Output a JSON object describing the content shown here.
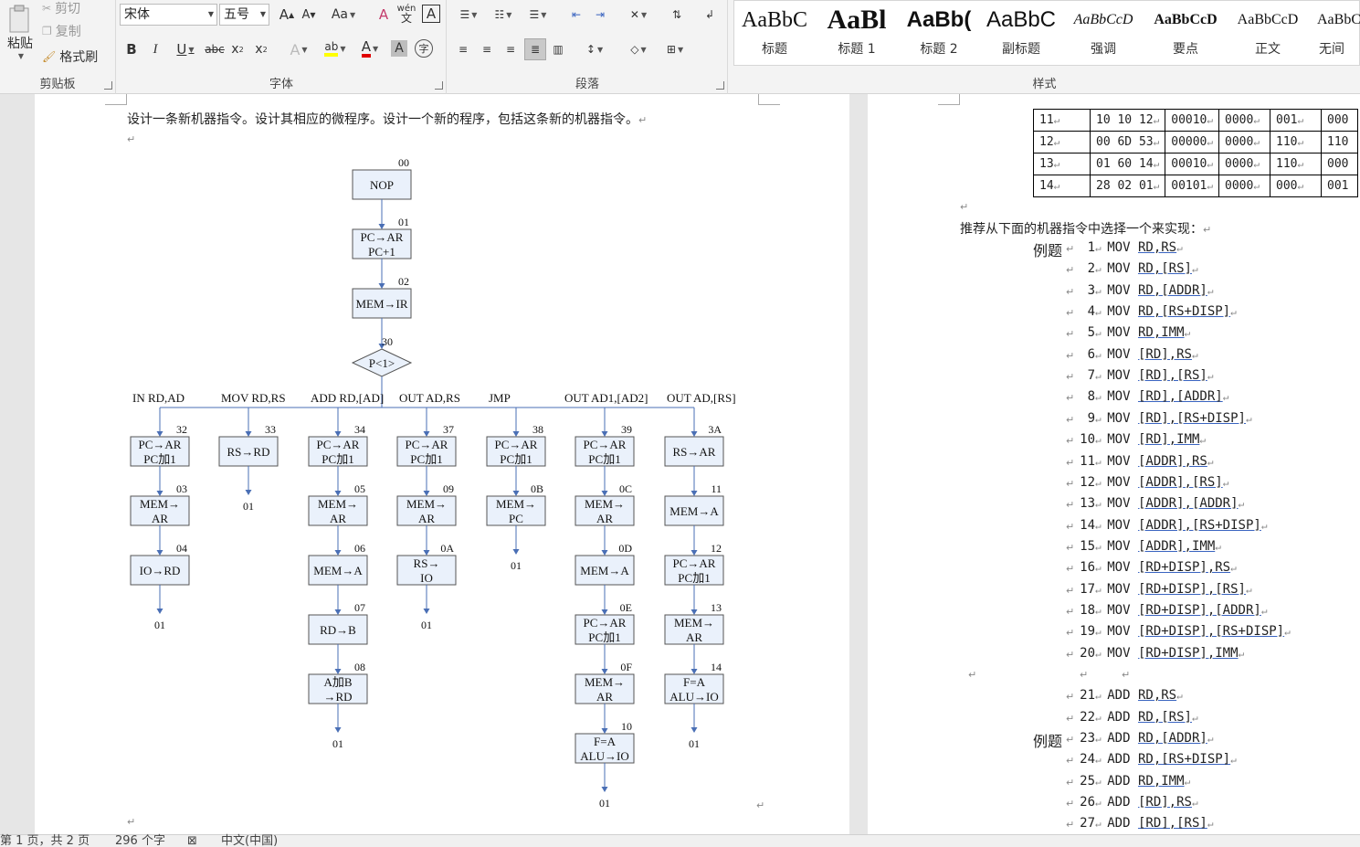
{
  "ribbon": {
    "clipboard": {
      "label": "剪贴板",
      "paste": "粘贴",
      "cut": "剪切",
      "copy": "复制",
      "format_painter": "格式刷"
    },
    "font": {
      "label": "字体",
      "font_name": "宋体",
      "font_size": "五号",
      "grow": "A",
      "shrink": "A",
      "change_case": "Aa",
      "clear": "A",
      "phonetic": "wén",
      "border_char": "A",
      "bold": "B",
      "italic": "I",
      "underline": "U",
      "strike": "abc",
      "subscript": "x",
      "superscript": "x",
      "effects": "A",
      "highlight": "ab",
      "font_color": "A",
      "shading": "A",
      "enclose": "字"
    },
    "paragraph": {
      "label": "段落"
    },
    "styles": {
      "label": "样式",
      "items": [
        {
          "sample": "AaBbC",
          "name": "标题"
        },
        {
          "sample": "AaBl",
          "name": "标题 1"
        },
        {
          "sample": "AaBb(",
          "name": "标题 2"
        },
        {
          "sample": "AaBbC",
          "name": "副标题"
        },
        {
          "sample": "AaBbCcD",
          "name": "强调"
        },
        {
          "sample": "AaBbCcD",
          "name": "要点"
        },
        {
          "sample": "AaBbCcD",
          "name": "正文"
        },
        {
          "sample": "AaBbC",
          "name": "无间"
        }
      ]
    }
  },
  "page1": {
    "intro": "设计一条新机器指令。设计其相应的微程序。设计一个新的程序，包括这条新的机器指令。",
    "flow": {
      "top": [
        {
          "addr": "00",
          "lines": [
            "NOP"
          ]
        },
        {
          "addr": "01",
          "lines": [
            "PC→AR",
            "PC+1"
          ]
        },
        {
          "addr": "02",
          "lines": [
            "MEM→IR"
          ]
        }
      ],
      "decision": {
        "addr": "30",
        "label": "P<1>"
      },
      "branches": [
        {
          "label": "IN RD,AD",
          "boxes": [
            {
              "addr": "32",
              "lines": [
                "PC→AR",
                "PC加1"
              ]
            },
            {
              "addr": "03",
              "lines": [
                "MEM→",
                "AR"
              ]
            },
            {
              "addr": "04",
              "lines": [
                "IO→RD"
              ]
            }
          ],
          "exit": "01"
        },
        {
          "label": "MOV RD,RS",
          "boxes": [
            {
              "addr": "33",
              "lines": [
                "RS→RD"
              ]
            }
          ],
          "exit": "01"
        },
        {
          "label": "ADD RD,[AD]",
          "boxes": [
            {
              "addr": "34",
              "lines": [
                "PC→AR",
                "PC加1"
              ]
            },
            {
              "addr": "05",
              "lines": [
                "MEM→",
                "AR"
              ]
            },
            {
              "addr": "06",
              "lines": [
                "MEM→A"
              ]
            },
            {
              "addr": "07",
              "lines": [
                "RD→B"
              ]
            },
            {
              "addr": "08",
              "lines": [
                "A加B",
                "→RD"
              ]
            }
          ],
          "exit": "01"
        },
        {
          "label": "OUT AD,RS",
          "boxes": [
            {
              "addr": "37",
              "lines": [
                "PC→AR",
                "PC加1"
              ]
            },
            {
              "addr": "09",
              "lines": [
                "MEM→",
                "AR"
              ]
            },
            {
              "addr": "0A",
              "lines": [
                "RS→",
                "IO"
              ]
            }
          ],
          "exit": "01"
        },
        {
          "label": "JMP",
          "boxes": [
            {
              "addr": "38",
              "lines": [
                "PC→AR",
                "PC加1"
              ]
            },
            {
              "addr": "0B",
              "lines": [
                "MEM→",
                "PC"
              ]
            }
          ],
          "exit": "01"
        },
        {
          "label": "OUT AD1,[AD2]",
          "boxes": [
            {
              "addr": "39",
              "lines": [
                "PC→AR",
                "PC加1"
              ]
            },
            {
              "addr": "0C",
              "lines": [
                "MEM→",
                "AR"
              ]
            },
            {
              "addr": "0D",
              "lines": [
                "MEM→A"
              ]
            },
            {
              "addr": "0E",
              "lines": [
                "PC→AR",
                "PC加1"
              ]
            },
            {
              "addr": "0F",
              "lines": [
                "MEM→",
                "AR"
              ]
            },
            {
              "addr": "10",
              "lines": [
                "F=A",
                "ALU→IO"
              ]
            }
          ],
          "exit": "01"
        },
        {
          "label": "OUT AD,[RS]",
          "boxes": [
            {
              "addr": "3A",
              "lines": [
                "RS→AR"
              ]
            },
            {
              "addr": "11",
              "lines": [
                "MEM→A"
              ]
            },
            {
              "addr": "12",
              "lines": [
                "PC→AR",
                "PC加1"
              ]
            },
            {
              "addr": "13",
              "lines": [
                "MEM→",
                "AR"
              ]
            },
            {
              "addr": "14",
              "lines": [
                "F=A",
                "ALU→IO"
              ]
            }
          ],
          "exit": "01"
        }
      ]
    }
  },
  "page2": {
    "table": [
      [
        "11",
        "10 10 12",
        "00010",
        "0000",
        "001",
        "000"
      ],
      [
        "12",
        "00 6D 53",
        "00000",
        "0000",
        "110",
        "110"
      ],
      [
        "13",
        "01 60 14",
        "00010",
        "0000",
        "110",
        "000"
      ],
      [
        "14",
        "28 02 01",
        "00101",
        "0000",
        "000",
        "001"
      ]
    ],
    "recommend": "推荐从下面的机器指令中选择一个来实现：",
    "example_label": "例题",
    "instructions": [
      {
        "n": "1",
        "op": "MOV",
        "args": "RD,RS"
      },
      {
        "n": "2",
        "op": "MOV",
        "args": "RD,[RS]"
      },
      {
        "n": "3",
        "op": "MOV",
        "args": "RD,[ADDR]"
      },
      {
        "n": "4",
        "op": "MOV",
        "args": "RD,[RS+DISP]"
      },
      {
        "n": "5",
        "op": "MOV",
        "args": "RD,IMM"
      },
      {
        "n": "6",
        "op": "MOV",
        "args": "[RD],RS"
      },
      {
        "n": "7",
        "op": "MOV",
        "args": "[RD],[RS]"
      },
      {
        "n": "8",
        "op": "MOV",
        "args": "[RD],[ADDR]"
      },
      {
        "n": "9",
        "op": "MOV",
        "args": "[RD],[RS+DISP]"
      },
      {
        "n": "10",
        "op": "MOV",
        "args": "[RD],IMM"
      },
      {
        "n": "11",
        "op": "MOV",
        "args": "[ADDR],RS"
      },
      {
        "n": "12",
        "op": "MOV",
        "args": "[ADDR],[RS]"
      },
      {
        "n": "13",
        "op": "MOV",
        "args": "[ADDR],[ADDR]"
      },
      {
        "n": "14",
        "op": "MOV",
        "args": "[ADDR],[RS+DISP]"
      },
      {
        "n": "15",
        "op": "MOV",
        "args": "[ADDR],IMM"
      },
      {
        "n": "16",
        "op": "MOV",
        "args": "[RD+DISP],RS"
      },
      {
        "n": "17",
        "op": "MOV",
        "args": "[RD+DISP],[RS]"
      },
      {
        "n": "18",
        "op": "MOV",
        "args": "[RD+DISP],[ADDR]"
      },
      {
        "n": "19",
        "op": "MOV",
        "args": "[RD+DISP],[RS+DISP]"
      },
      {
        "n": "20",
        "op": "MOV",
        "args": "[RD+DISP],IMM"
      },
      {
        "n": "21",
        "op": "ADD",
        "args": "RD,RS"
      },
      {
        "n": "22",
        "op": "ADD",
        "args": "RD,[RS]"
      },
      {
        "n": "23",
        "op": "ADD",
        "args": "RD,[ADDR]"
      },
      {
        "n": "24",
        "op": "ADD",
        "args": "RD,[RS+DISP]"
      },
      {
        "n": "25",
        "op": "ADD",
        "args": "RD,IMM"
      },
      {
        "n": "26",
        "op": "ADD",
        "args": "[RD],RS"
      },
      {
        "n": "27",
        "op": "ADD",
        "args": "[RD],[RS]"
      }
    ]
  },
  "status": {
    "page": "第 1 页，共 2 页",
    "words": "296 个字",
    "language": "中文(中国)"
  },
  "colors": {
    "box_fill": "#eaf1fb",
    "box_stroke": "#555555",
    "arrow": "#4a6fb5",
    "underline": "#3a64c0",
    "highlight": "#ffff00",
    "font_red": "#e00000"
  }
}
